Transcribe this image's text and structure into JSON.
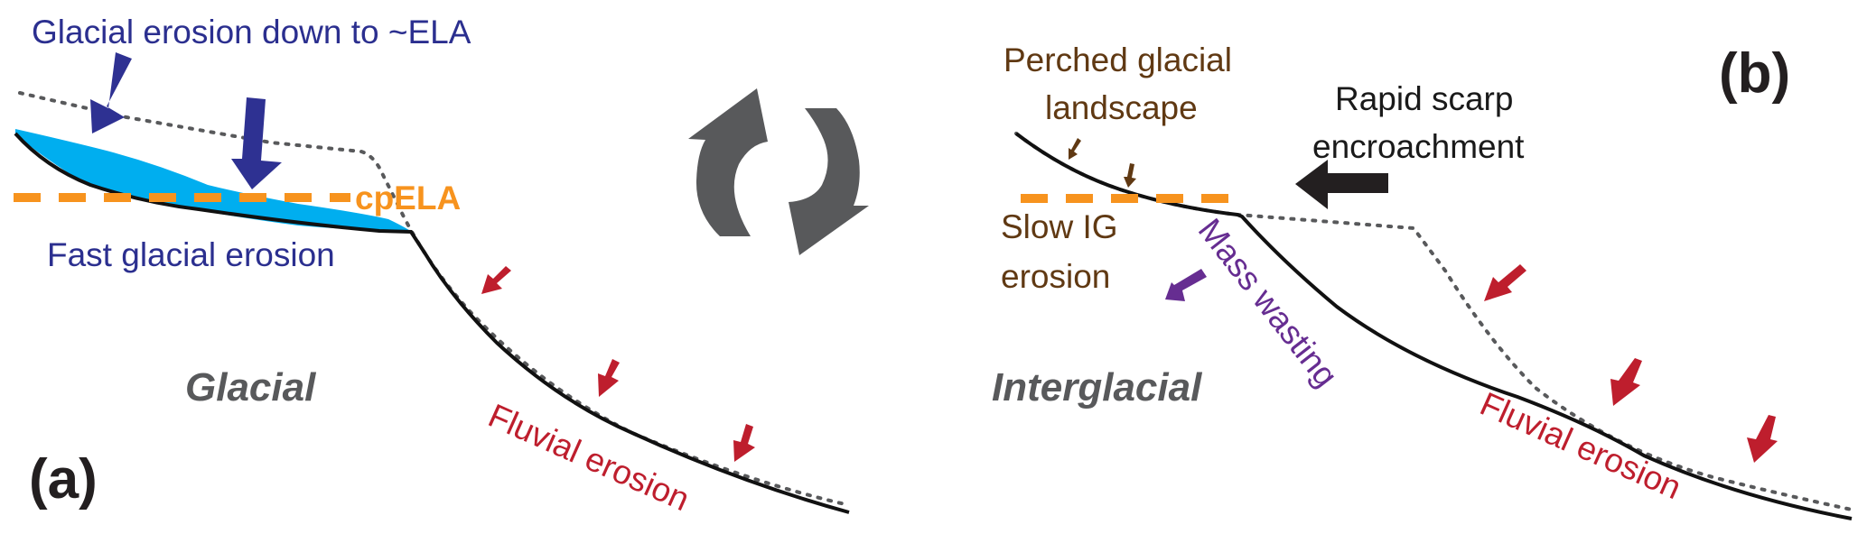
{
  "panel_a": {
    "panel_label": "(a)",
    "regime_label": "Glacial",
    "top_label": "Glacial erosion down to ~ELA",
    "ela_label": "cpELA",
    "glacier_label": "Fast glacial erosion",
    "fluvial_label": "Fluvial erosion"
  },
  "panel_b": {
    "panel_label": "(b)",
    "regime_label": "Interglacial",
    "perched_label_line1": "Perched glacial",
    "perched_label_line2": "landscape",
    "scarp_label_line1": "Rapid scarp",
    "scarp_label_line2": "encroachment",
    "slow_label_line1": "Slow IG",
    "slow_label_line2": "erosion",
    "mass_wasting_label": "Mass wasting",
    "fluvial_label": "Fluvial erosion"
  },
  "cycle_icon": "cycle-arrows-icon",
  "colors": {
    "ice": "#00aeef",
    "glacial_arrow": "#2e3192",
    "ela_dash": "#f7931e",
    "fluvial_arrow": "#be1e2d",
    "perched_arrow": "#603913",
    "mass_wasting_arrow": "#662d91",
    "scarp_arrow": "#231f20",
    "cycle_arrow": "#58595b"
  }
}
